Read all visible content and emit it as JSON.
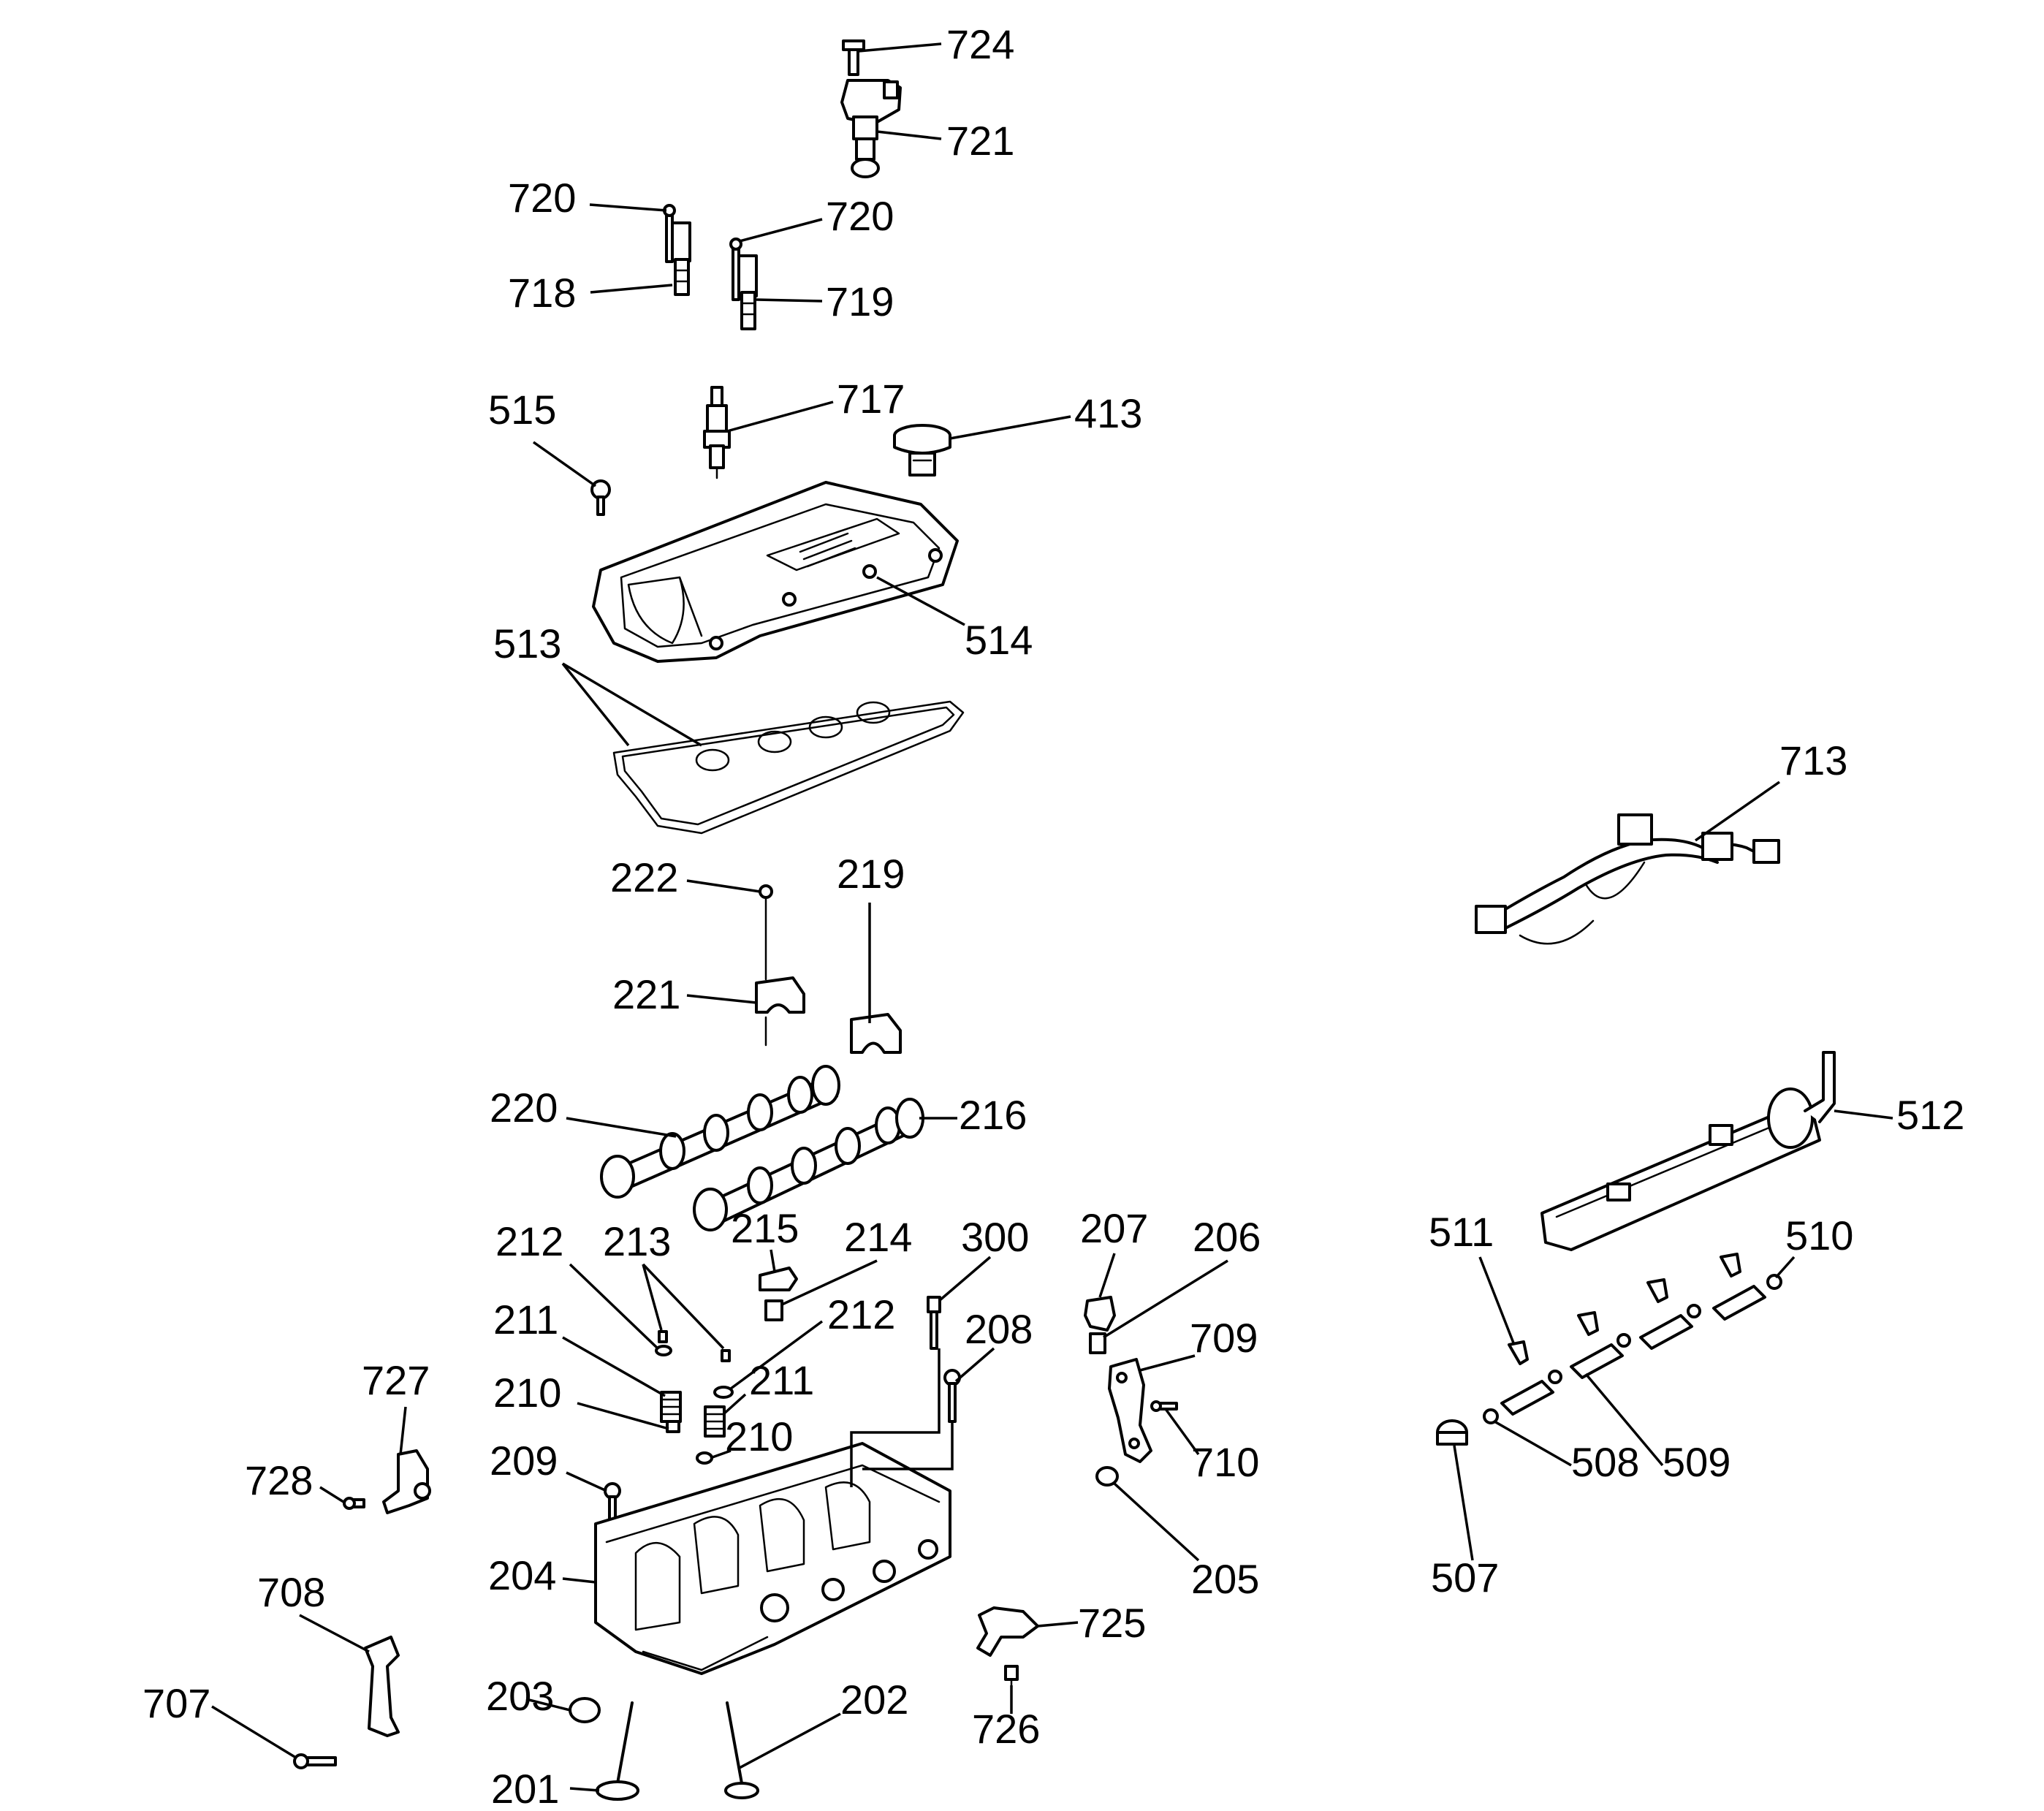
{
  "diagram": {
    "callouts": [
      {
        "id": "724",
        "text": "724"
      },
      {
        "id": "721",
        "text": "721"
      },
      {
        "id": "720a",
        "text": "720"
      },
      {
        "id": "720b",
        "text": "720"
      },
      {
        "id": "718",
        "text": "718"
      },
      {
        "id": "719",
        "text": "719"
      },
      {
        "id": "515",
        "text": "515"
      },
      {
        "id": "717",
        "text": "717"
      },
      {
        "id": "413",
        "text": "413"
      },
      {
        "id": "514",
        "text": "514"
      },
      {
        "id": "513",
        "text": "513"
      },
      {
        "id": "713",
        "text": "713"
      },
      {
        "id": "222",
        "text": "222"
      },
      {
        "id": "219",
        "text": "219"
      },
      {
        "id": "221",
        "text": "221"
      },
      {
        "id": "220",
        "text": "220"
      },
      {
        "id": "216",
        "text": "216"
      },
      {
        "id": "512",
        "text": "512"
      },
      {
        "id": "212a",
        "text": "212"
      },
      {
        "id": "213",
        "text": "213"
      },
      {
        "id": "215",
        "text": "215"
      },
      {
        "id": "214",
        "text": "214"
      },
      {
        "id": "300",
        "text": "300"
      },
      {
        "id": "207",
        "text": "207"
      },
      {
        "id": "206",
        "text": "206"
      },
      {
        "id": "511",
        "text": "511"
      },
      {
        "id": "510",
        "text": "510"
      },
      {
        "id": "211a",
        "text": "211"
      },
      {
        "id": "212b",
        "text": "212"
      },
      {
        "id": "208",
        "text": "208"
      },
      {
        "id": "709",
        "text": "709"
      },
      {
        "id": "727",
        "text": "727"
      },
      {
        "id": "210a",
        "text": "210"
      },
      {
        "id": "211b",
        "text": "211"
      },
      {
        "id": "210b",
        "text": "210"
      },
      {
        "id": "728",
        "text": "728"
      },
      {
        "id": "209",
        "text": "209"
      },
      {
        "id": "710",
        "text": "710"
      },
      {
        "id": "508",
        "text": "508"
      },
      {
        "id": "509",
        "text": "509"
      },
      {
        "id": "204",
        "text": "204"
      },
      {
        "id": "205",
        "text": "205"
      },
      {
        "id": "507",
        "text": "507"
      },
      {
        "id": "708",
        "text": "708"
      },
      {
        "id": "725",
        "text": "725"
      },
      {
        "id": "203",
        "text": "203"
      },
      {
        "id": "707",
        "text": "707"
      },
      {
        "id": "202",
        "text": "202"
      },
      {
        "id": "726",
        "text": "726"
      },
      {
        "id": "201",
        "text": "201"
      }
    ]
  }
}
